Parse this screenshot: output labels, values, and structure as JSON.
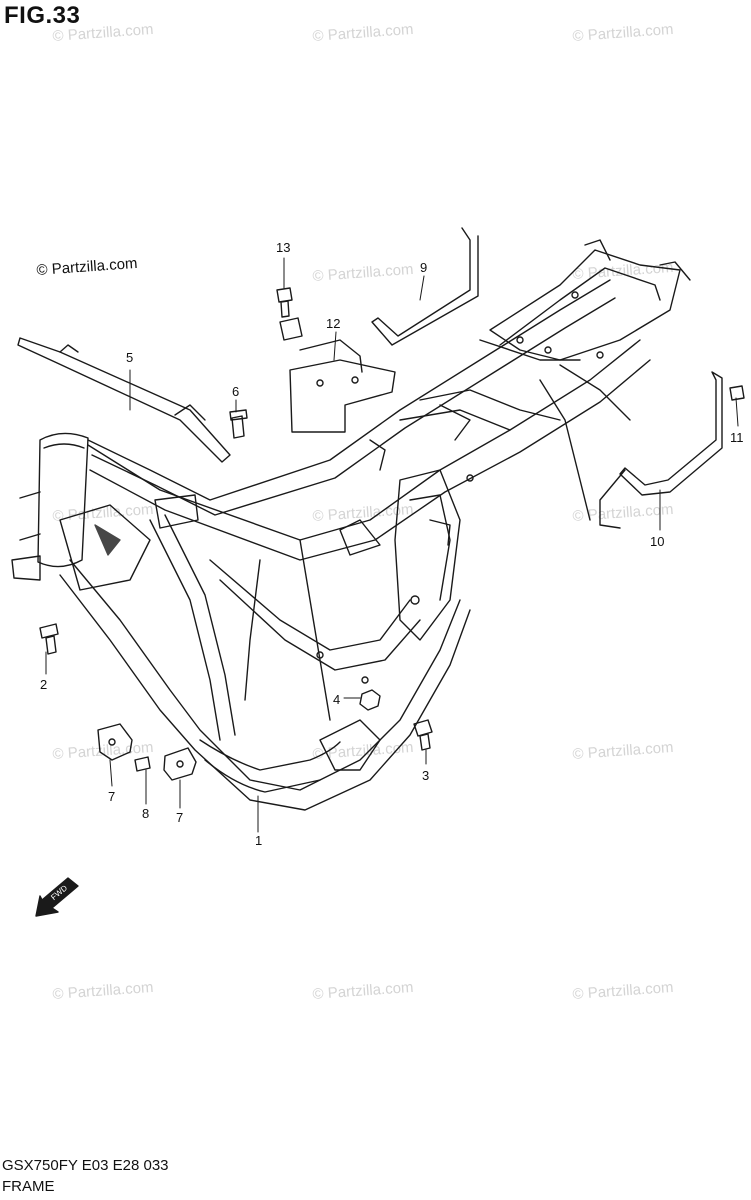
{
  "figure": {
    "title": "FIG.33"
  },
  "copyright": "© Partzilla.com",
  "watermark": "© Partzilla.com",
  "footer": {
    "model_code": "GSX750FY E03 E28  033",
    "section_name": "FRAME"
  },
  "fwd_label": "FWD",
  "callouts": {
    "c1": "1",
    "c2": "2",
    "c3": "3",
    "c4": "4",
    "c5": "5",
    "c6": "6",
    "c7a": "7",
    "c7b": "7",
    "c8": "8",
    "c9": "9",
    "c10": "10",
    "c11": "11",
    "c12": "12",
    "c13": "13"
  },
  "colors": {
    "line": "#1a1a1a",
    "watermark": "#d4d4d4",
    "background": "#ffffff"
  }
}
